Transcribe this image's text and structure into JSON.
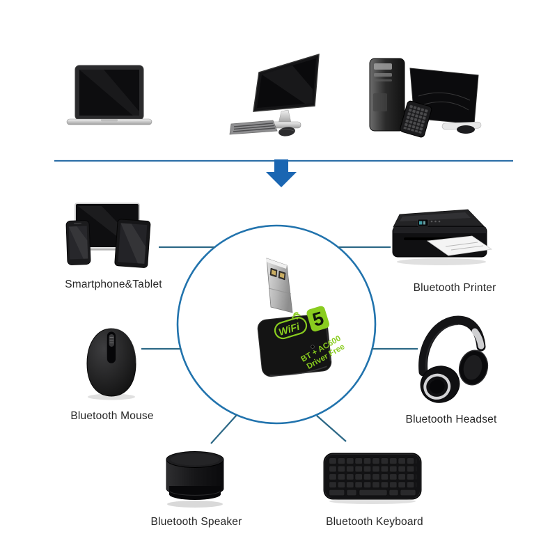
{
  "diagram_title": "",
  "colors": {
    "divider_blue": "#2d6fa8",
    "arrow_blue": "#1a66b2",
    "circle_blue": "#2173ad",
    "connector_blue": "#2c6886",
    "brand_green": "#89cc1f",
    "label_text": "#262626"
  },
  "adapter": {
    "wifi_text": "WiFi",
    "wifi_number": "5",
    "line1": "BT + AC600",
    "line2": "Driver Free"
  },
  "top_devices": [
    {
      "id": "laptop",
      "icon": "laptop-icon"
    },
    {
      "id": "desktop-monitor",
      "icon": "desktop-monitor-icon"
    },
    {
      "id": "desktop-tower",
      "icon": "desktop-tower-icon"
    }
  ],
  "peripherals": [
    {
      "id": "smartphone-tablet",
      "icon": "smartphone-tablet-icon",
      "label": "Smartphone&Tablet"
    },
    {
      "id": "bluetooth-printer",
      "icon": "printer-icon",
      "label": "Bluetooth Printer"
    },
    {
      "id": "bluetooth-mouse",
      "icon": "mouse-icon",
      "label": "Bluetooth Mouse"
    },
    {
      "id": "bluetooth-headset",
      "icon": "headset-icon",
      "label": "Bluetooth Headset"
    },
    {
      "id": "bluetooth-speaker",
      "icon": "speaker-icon",
      "label": "Bluetooth Speaker"
    },
    {
      "id": "bluetooth-keyboard",
      "icon": "keyboard-icon",
      "label": "Bluetooth Keyboard"
    }
  ]
}
